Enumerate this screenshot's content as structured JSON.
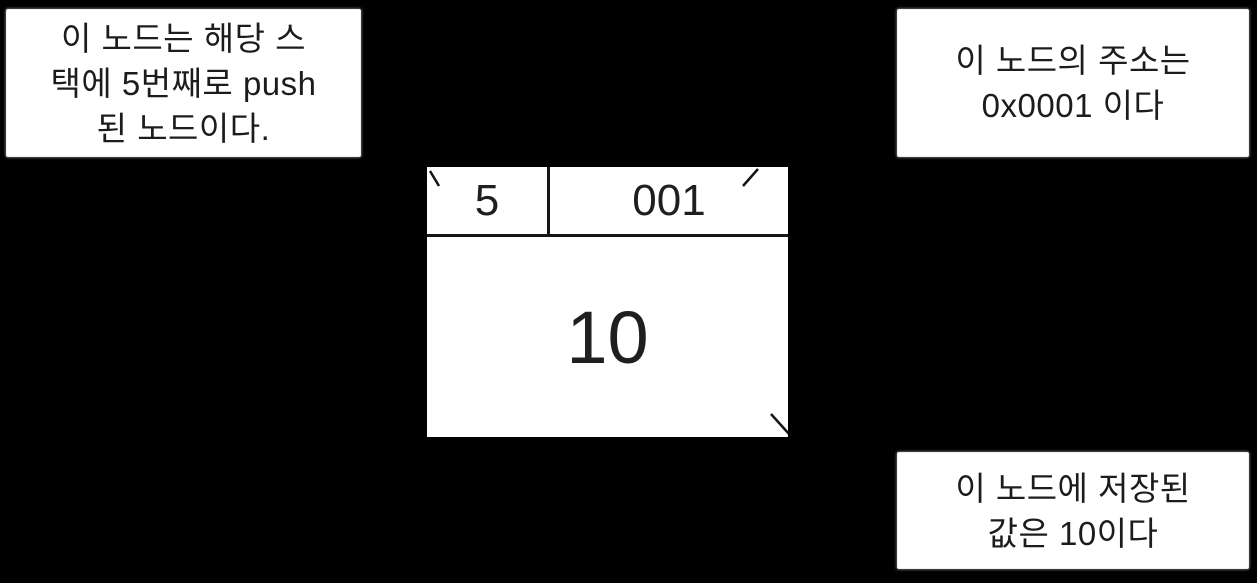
{
  "colors": {
    "background": "#000000",
    "surface": "#ffffff",
    "ink": "#1c1c1c",
    "line": "#161616"
  },
  "annotations": {
    "push_order": {
      "lines": [
        "이 노드는 해당 스",
        "택에 5번째로 push",
        "된 노드이다."
      ]
    },
    "address": {
      "lines": [
        "이 노드의 주소는",
        "0x0001 이다"
      ]
    },
    "stored_value": {
      "lines": [
        "이 노드에 저장된",
        "값은 10이다"
      ]
    }
  },
  "node": {
    "header": {
      "push_index": "5",
      "address": "001"
    },
    "value": "10"
  }
}
